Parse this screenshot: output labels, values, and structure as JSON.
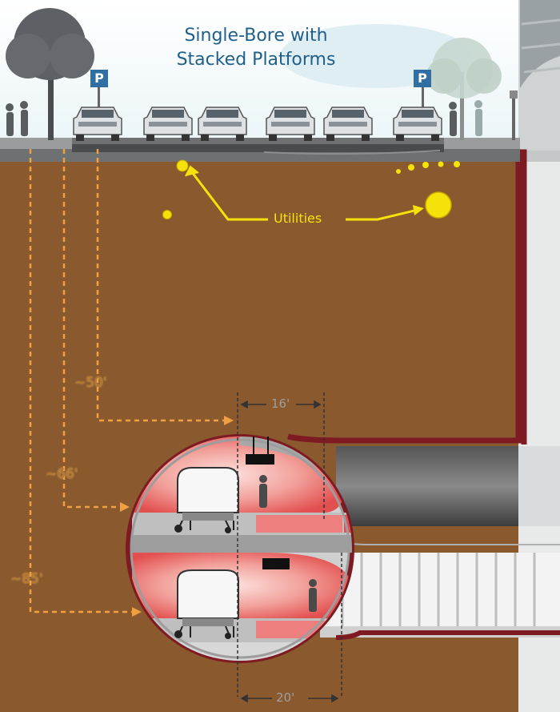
{
  "title": {
    "line1": "Single-Bore with",
    "line2": "Stacked Platforms"
  },
  "parking_sign": "P",
  "labels": {
    "utilities": "Utilities",
    "depth_50": "~50'",
    "depth_66": "~66'",
    "depth_85": "~85'",
    "width_top": "16'",
    "width_bottom": "20'"
  },
  "colors": {
    "soil": "#8a5a2e",
    "tunnel_outline": "#7d1a22",
    "platform_glow": "#e86a6a",
    "utilities": "#f5e20a",
    "depth_guides": "#f0a040",
    "title_text": "#1f5f8a"
  }
}
